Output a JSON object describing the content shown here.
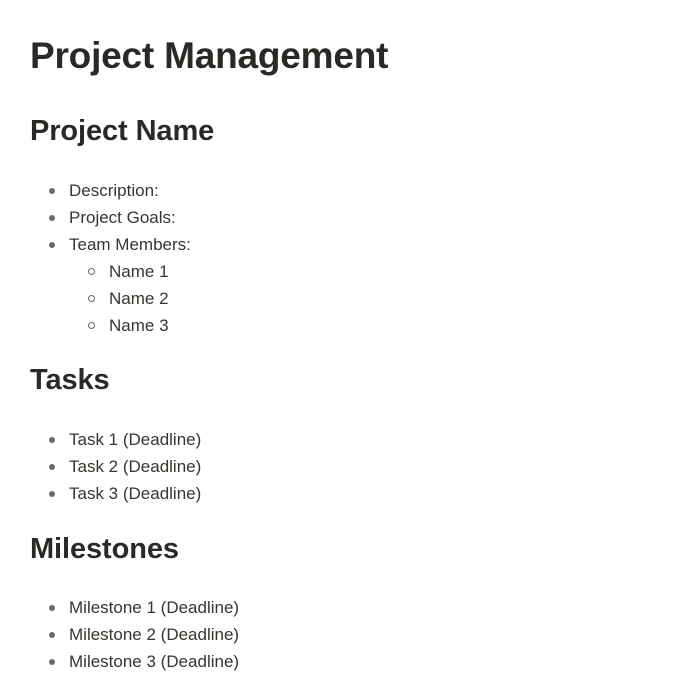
{
  "page": {
    "title": "Project Management"
  },
  "project": {
    "heading": "Project Name",
    "items": {
      "description": "Description:",
      "goals": "Project Goals:",
      "team": "Team Members:"
    },
    "team_members": [
      "Name 1",
      "Name 2",
      "Name 3"
    ]
  },
  "tasks": {
    "heading": "Tasks",
    "items": [
      "Task 1 (Deadline)",
      "Task 2 (Deadline)",
      "Task 3 (Deadline)"
    ]
  },
  "milestones": {
    "heading": "Milestones",
    "items": [
      "Milestone 1 (Deadline)",
      "Milestone 2 (Deadline)",
      "Milestone 3 (Deadline)"
    ]
  }
}
